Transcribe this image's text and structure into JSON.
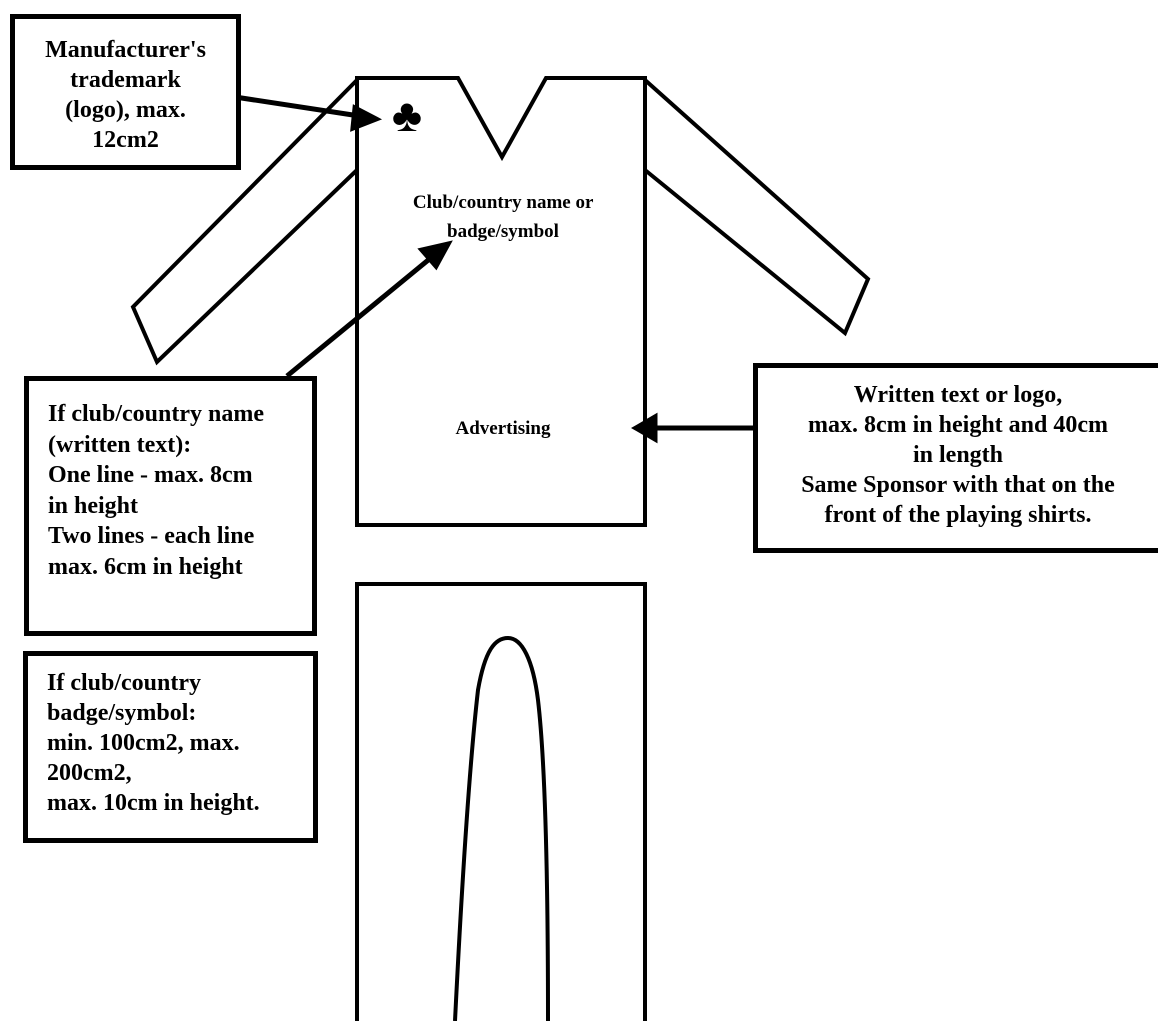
{
  "callouts": {
    "trademark": {
      "lines": [
        "Manufacturer's",
        "trademark",
        "(logo), max.",
        "12cm2"
      ]
    },
    "club_name": {
      "lines": [
        "If club/country name",
        "(written text):",
        "One line - max. 8cm",
        "in height",
        "Two lines - each line",
        "max. 6cm in height"
      ]
    },
    "club_badge": {
      "lines": [
        "If club/country",
        "badge/symbol:",
        "min. 100cm2, max.",
        "200cm2,",
        "max. 10cm in height."
      ]
    },
    "advertising": {
      "lines": [
        "Written text or logo,",
        "max. 8cm in height and 40cm",
        "in length",
        "Same Sponsor with that on the",
        "front of the playing shirts."
      ]
    }
  },
  "shirt": {
    "logo_glyph": "♣",
    "logo_icon": "club-suit-icon",
    "name_lines": [
      "Club/country",
      "name",
      "or",
      "badge/symbol"
    ],
    "advert_label": "Advertising"
  }
}
